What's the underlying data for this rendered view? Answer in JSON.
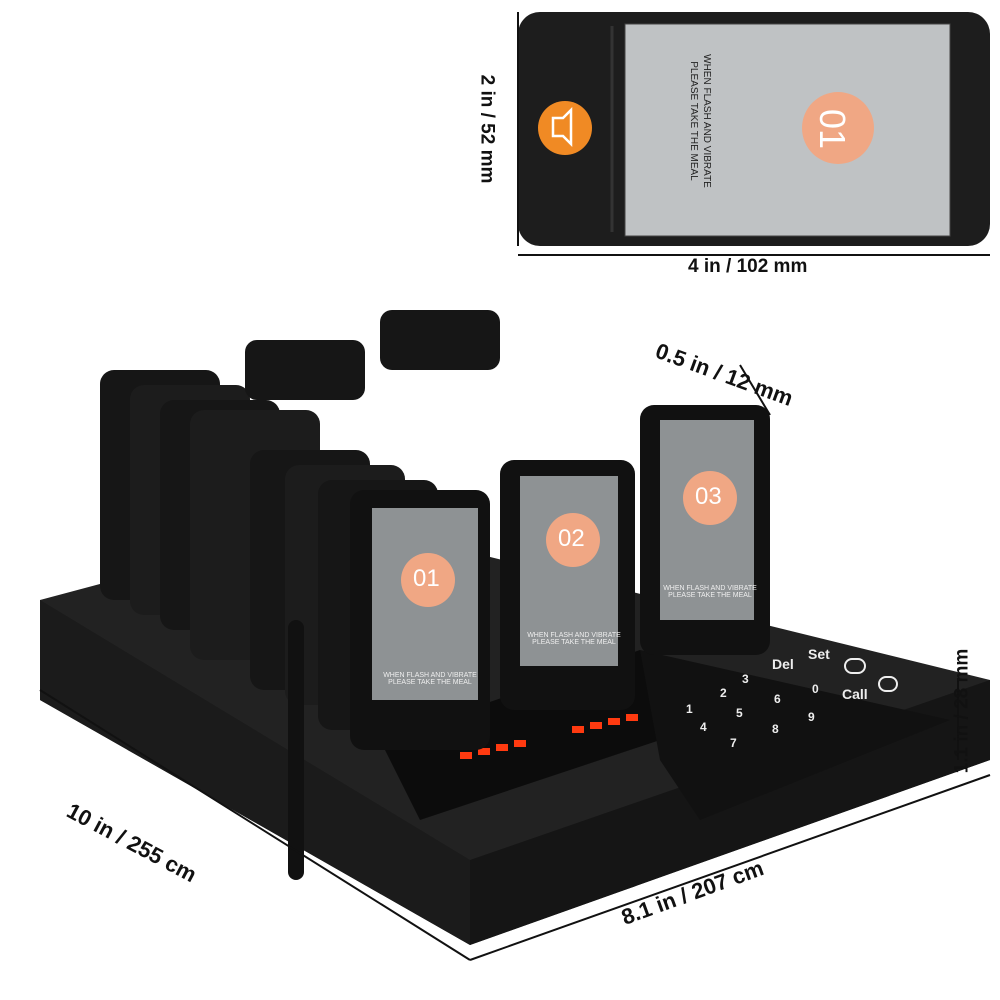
{
  "dimensions": {
    "pager_height": "2 in / 52 mm",
    "pager_width": "4 in / 102 mm",
    "pager_thickness": "0.5 in / 12 mm",
    "base_height": "1.1 in / 28 mm",
    "base_length": "10 in / 255 cm",
    "base_width": "8.1 in / 207 cm"
  },
  "pager": {
    "numbers": [
      "01",
      "02",
      "03"
    ],
    "message_line1": "WHEN FLASH AND VIBRATE",
    "message_line2": "PLEASE TAKE THE MEAL"
  },
  "keypad": {
    "keys": [
      "1",
      "2",
      "3",
      "4",
      "5",
      "6",
      "7",
      "8",
      "9",
      "0"
    ],
    "del": "Del",
    "set": "Set",
    "call": "Call"
  },
  "colors": {
    "device_body": "#1a1a1a",
    "number_badge": "#f0a784",
    "icon_badge": "#f08a24",
    "led": "#ff2a10"
  }
}
